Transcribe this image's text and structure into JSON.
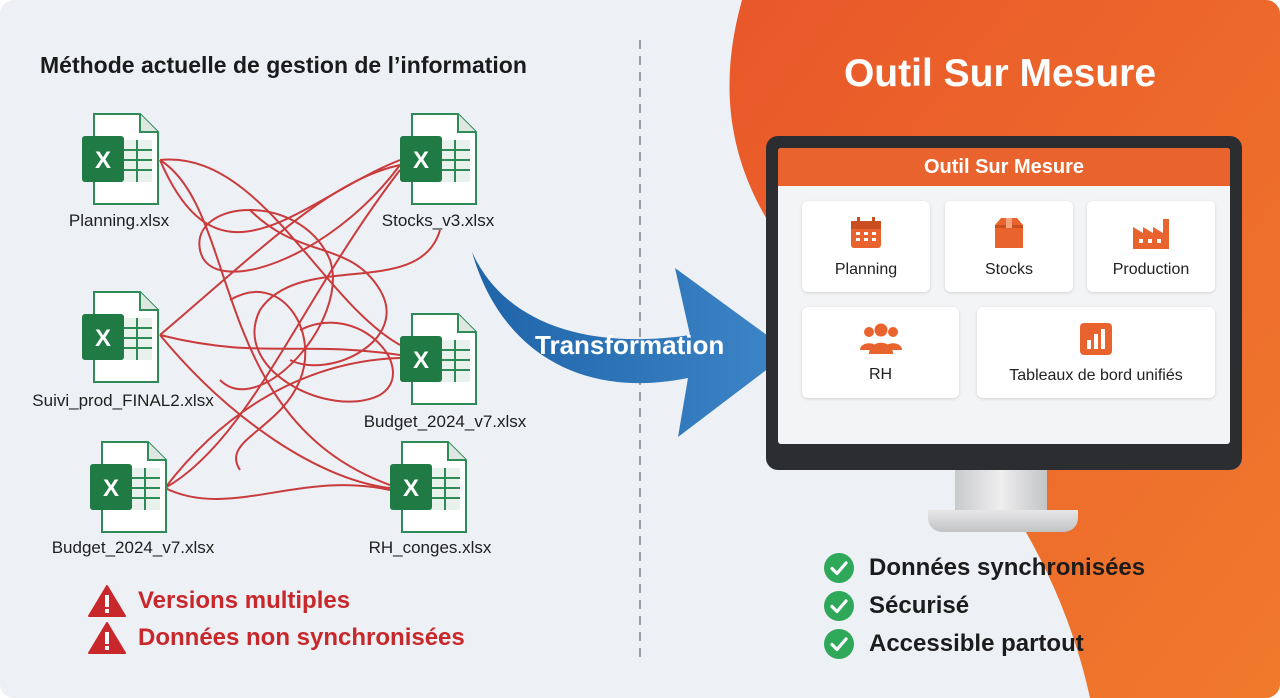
{
  "left_panel": {
    "title": "Méthode actuelle de gestion de l’information",
    "files": [
      {
        "name": "Planning.xlsx"
      },
      {
        "name": "Stocks_v3.xlsx"
      },
      {
        "name": "Suivi_prod_FINAL2.xlsx"
      },
      {
        "name": "Budget_2024_v7.xlsx"
      },
      {
        "name": "Budget_2024_v7.xlsx"
      },
      {
        "name": "RH_conges.xlsx"
      }
    ],
    "file_icon_letter": "X",
    "warnings": [
      {
        "text": "Versions multiples",
        "icon": "warning-icon"
      },
      {
        "text": "Données non synchronisées",
        "icon": "warning-icon"
      }
    ]
  },
  "transformation": {
    "label": "Transformation",
    "icon": "curved-arrow-icon"
  },
  "right_panel": {
    "title": "Outil Sur Mesure",
    "app": {
      "header": "Outil Sur Mesure",
      "tiles": [
        {
          "label": "Planning",
          "icon": "calendar-icon"
        },
        {
          "label": "Stocks",
          "icon": "box-icon"
        },
        {
          "label": "Production",
          "icon": "factory-icon"
        },
        {
          "label": "RH",
          "icon": "people-icon"
        },
        {
          "label": "Tableaux de bord unifiés",
          "icon": "bar-chart-icon"
        }
      ]
    },
    "benefits": [
      {
        "text": "Données synchronisées",
        "icon": "check-circle-icon"
      },
      {
        "text": "Sécurisé",
        "icon": "check-circle-icon"
      },
      {
        "text": "Accessible partout",
        "icon": "check-circle-icon"
      }
    ]
  },
  "colors": {
    "accent_orange": "#e8632d",
    "excel_green": "#1f7a43",
    "warning_red": "#c8282b",
    "link_red": "#c62828",
    "arrow_blue": "#2f73b5",
    "check_green": "#2fa85a"
  }
}
